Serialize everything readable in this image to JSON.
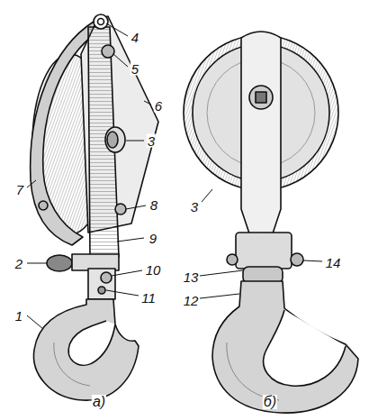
{
  "diagram": {
    "labels": [
      "4",
      "5",
      "6",
      "3",
      "7",
      "8",
      "2",
      "9",
      "10",
      "11",
      "1",
      "3",
      "13",
      "14",
      "12",
      "а)",
      "б)"
    ]
  }
}
